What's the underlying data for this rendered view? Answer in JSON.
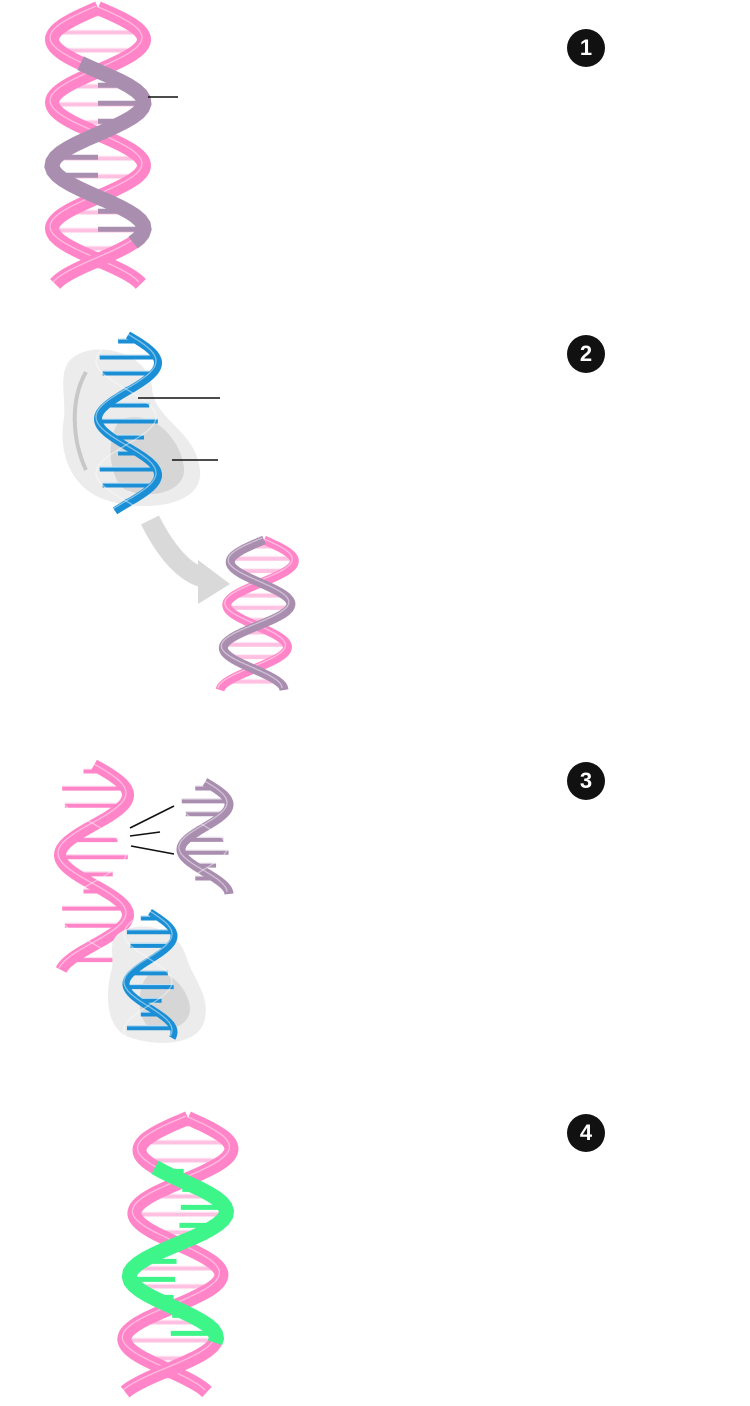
{
  "steps": [
    {
      "number": "1"
    },
    {
      "number": "2"
    },
    {
      "number": "3"
    },
    {
      "number": "4"
    }
  ],
  "colors": {
    "dna_pink": "#ff85c8",
    "dna_pink_light": "#ffc0e2",
    "target_mauve": "#a98eb0",
    "guide_blue": "#1a8fd6",
    "protein_light": "#ececec",
    "protein_mid": "#d6d6d6",
    "arrow_gray": "#d9d9d9",
    "insert_green": "#3ef58a",
    "badge_black": "#111111",
    "leader_line": "#111111"
  },
  "icons": [
    "dna-helix-icon",
    "cas-protein-icon",
    "curved-arrow-icon",
    "cut-mark-icon"
  ]
}
